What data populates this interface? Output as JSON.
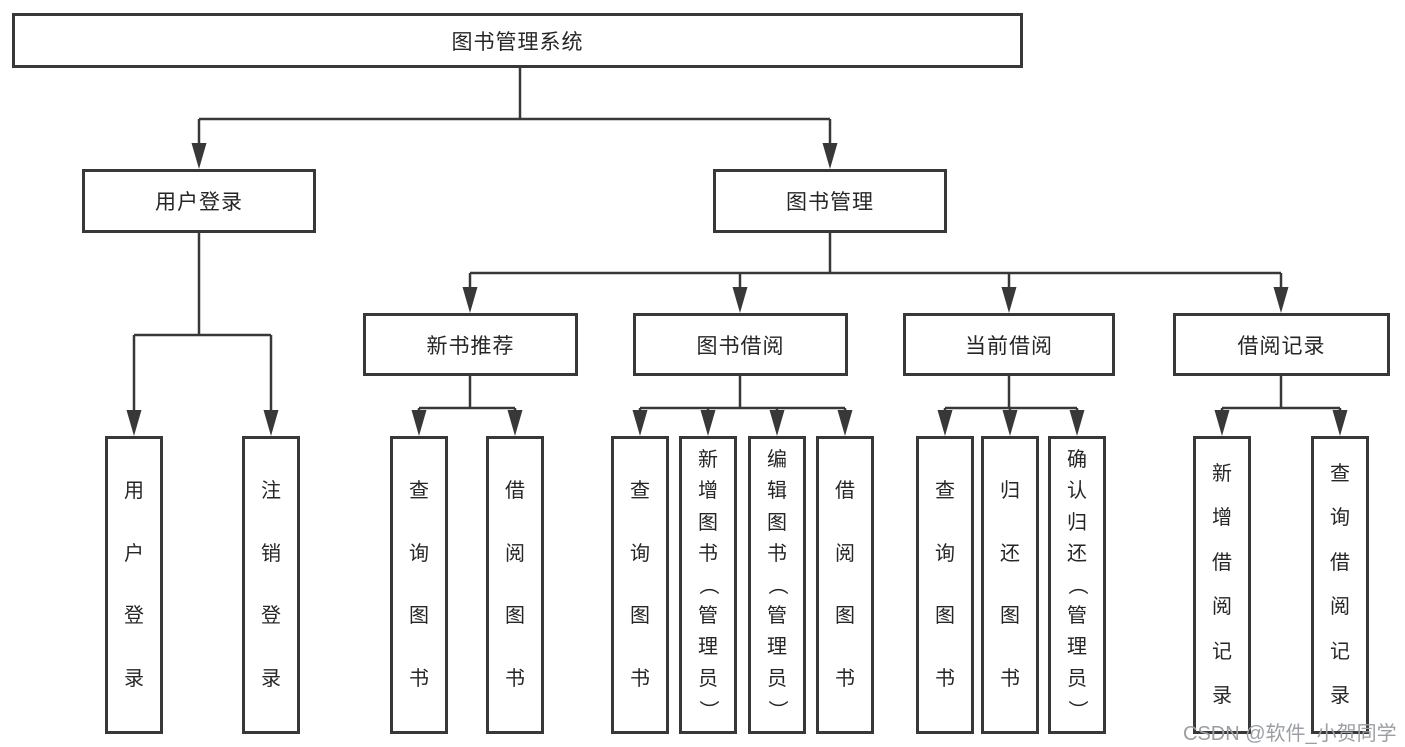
{
  "diagram": {
    "root": {
      "label": "图书管理系统"
    },
    "level2": [
      {
        "label": "用户登录"
      },
      {
        "label": "图书管理"
      }
    ],
    "level3": [
      {
        "label": "新书推荐",
        "parent": "图书管理"
      },
      {
        "label": "图书借阅",
        "parent": "图书管理"
      },
      {
        "label": "当前借阅",
        "parent": "图书管理"
      },
      {
        "label": "借阅记录",
        "parent": "图书管理"
      }
    ],
    "leaves": [
      {
        "label": "用户登录",
        "parent": "用户登录"
      },
      {
        "label": "注销登录",
        "parent": "用户登录"
      },
      {
        "label": "查询图书",
        "parent": "新书推荐"
      },
      {
        "label": "借阅图书",
        "parent": "新书推荐"
      },
      {
        "label": "查询图书",
        "parent": "图书借阅"
      },
      {
        "label": "新增图书（管理员）",
        "parent": "图书借阅"
      },
      {
        "label": "编辑图书（管理员）",
        "parent": "图书借阅"
      },
      {
        "label": "借阅图书",
        "parent": "图书借阅"
      },
      {
        "label": "查询图书",
        "parent": "当前借阅"
      },
      {
        "label": "归还图书",
        "parent": "当前借阅"
      },
      {
        "label": "确认归还（管理员）",
        "parent": "当前借阅"
      },
      {
        "label": "新增借阅记录",
        "parent": "借阅记录"
      },
      {
        "label": "查询借阅记录",
        "parent": "借阅记录"
      }
    ]
  },
  "watermark": {
    "text": "CSDN @软件_小贺同学"
  },
  "colors": {
    "line": "#383838",
    "box_border": "#383838",
    "text": "#262626",
    "background": "#ffffff",
    "watermark": "#9a9fa4"
  }
}
